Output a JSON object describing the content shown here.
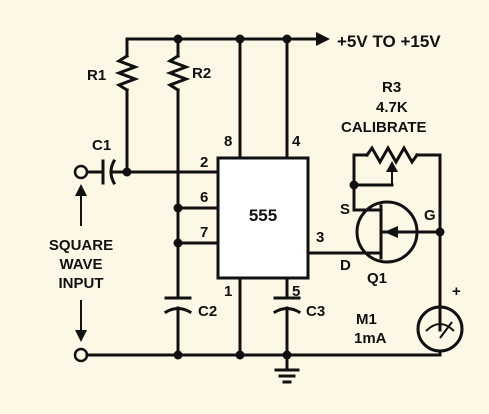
{
  "colors": {
    "background": "#fdf8e6",
    "ink": "#111111",
    "chip": "#ffffff"
  },
  "supply": {
    "label": "+5V TO +15V"
  },
  "components": {
    "r1": "R1",
    "r2": "R2",
    "r3": {
      "name": "R3",
      "value": "4.7K",
      "note": "CALIBRATE"
    },
    "c1": "C1",
    "c2": "C2",
    "c3": "C3",
    "ic": "555",
    "q1": {
      "name": "Q1",
      "s": "S",
      "g": "G",
      "d": "D"
    },
    "m1": {
      "name": "M1",
      "value": "1mA",
      "plus": "+"
    }
  },
  "pins": {
    "p2": "2",
    "p6": "6",
    "p7": "7",
    "p8": "8",
    "p4": "4",
    "p3": "3",
    "p1": "1",
    "p5": "5"
  },
  "input": {
    "line1": "SQUARE",
    "line2": "WAVE",
    "line3": "INPUT"
  }
}
